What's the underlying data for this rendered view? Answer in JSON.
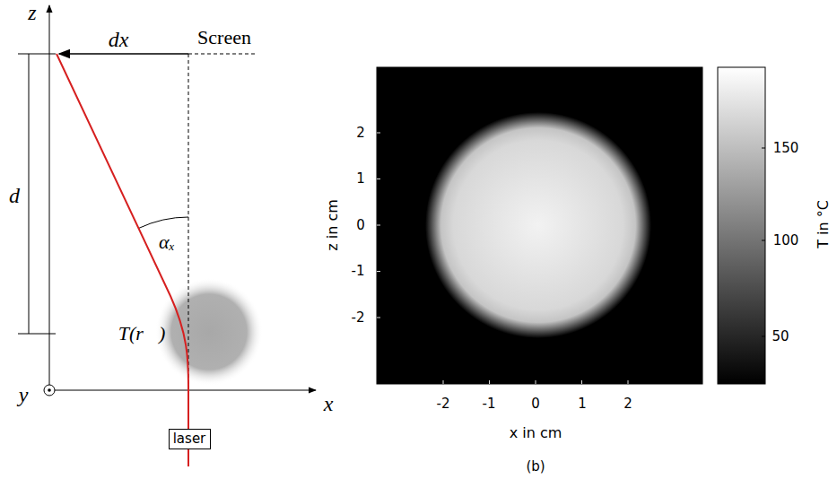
{
  "diagram": {
    "nodes": [
      {
        "text": [
          "laser"
        ]
      }
    ],
    "labels": [
      "z",
      "x",
      "y",
      "dx",
      "Screen",
      "d",
      "αₓ",
      "T(r⃗)",
      "2",
      "1",
      "0",
      "-1",
      "-2",
      "-2",
      "-1",
      "0",
      "1",
      "2",
      "x in cm",
      "z in cm",
      "150",
      "100",
      "50",
      "T in °C",
      "(b)"
    ]
  }
}
